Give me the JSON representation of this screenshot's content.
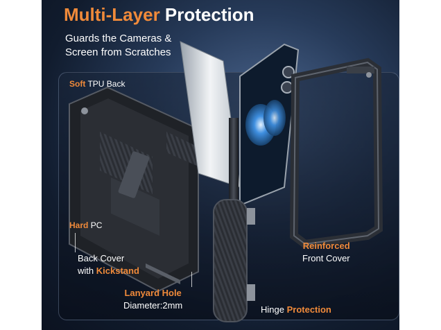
{
  "title": {
    "part1": "Multi-Layer",
    "part2": "Protection"
  },
  "subtitle": {
    "line1": "Guards the Cameras &",
    "line2": "Screen from Scratches"
  },
  "labels": {
    "tpu": {
      "accent": "Soft",
      "rest": "TPU Back"
    },
    "pc": {
      "accent": "Hard",
      "rest": "PC"
    },
    "back_cover": {
      "line1": "Back Cover",
      "line2_prefix": "with",
      "line2_accent": "Kickstand"
    },
    "lanyard": {
      "accent": "Lanyard Hole",
      "line2": "Diameter:2mm"
    },
    "front_cover": {
      "accent": "Reinforced",
      "line2": "Front Cover"
    },
    "hinge": {
      "rest": "Hinge",
      "accent": "Protection"
    }
  },
  "colors": {
    "accent": "#f08a3a",
    "text": "#ffffff",
    "background": "#162338"
  }
}
